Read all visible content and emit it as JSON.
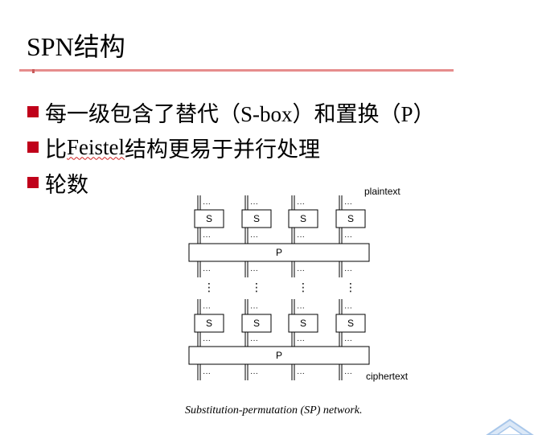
{
  "slide": {
    "title": "SPN结构"
  },
  "bullets": [
    {
      "text": "每一级包含了替代（S-box）和置换（P）"
    },
    {
      "prefix": "比",
      "underlined": "Feistel",
      "suffix": "结构更易于并行处理"
    },
    {
      "text": "轮数"
    }
  ],
  "diagram": {
    "sbox_label": "S",
    "pbox_label": "P",
    "ellipsis": "⋮",
    "top_label": "plaintext",
    "bottom_label": "ciphertext",
    "caption": "Substitution-permutation (SP) network."
  },
  "colors": {
    "bullet_marker": "#c0001a",
    "title_rule": "#e68c8c",
    "logo_accent": "#a9c7ea"
  }
}
